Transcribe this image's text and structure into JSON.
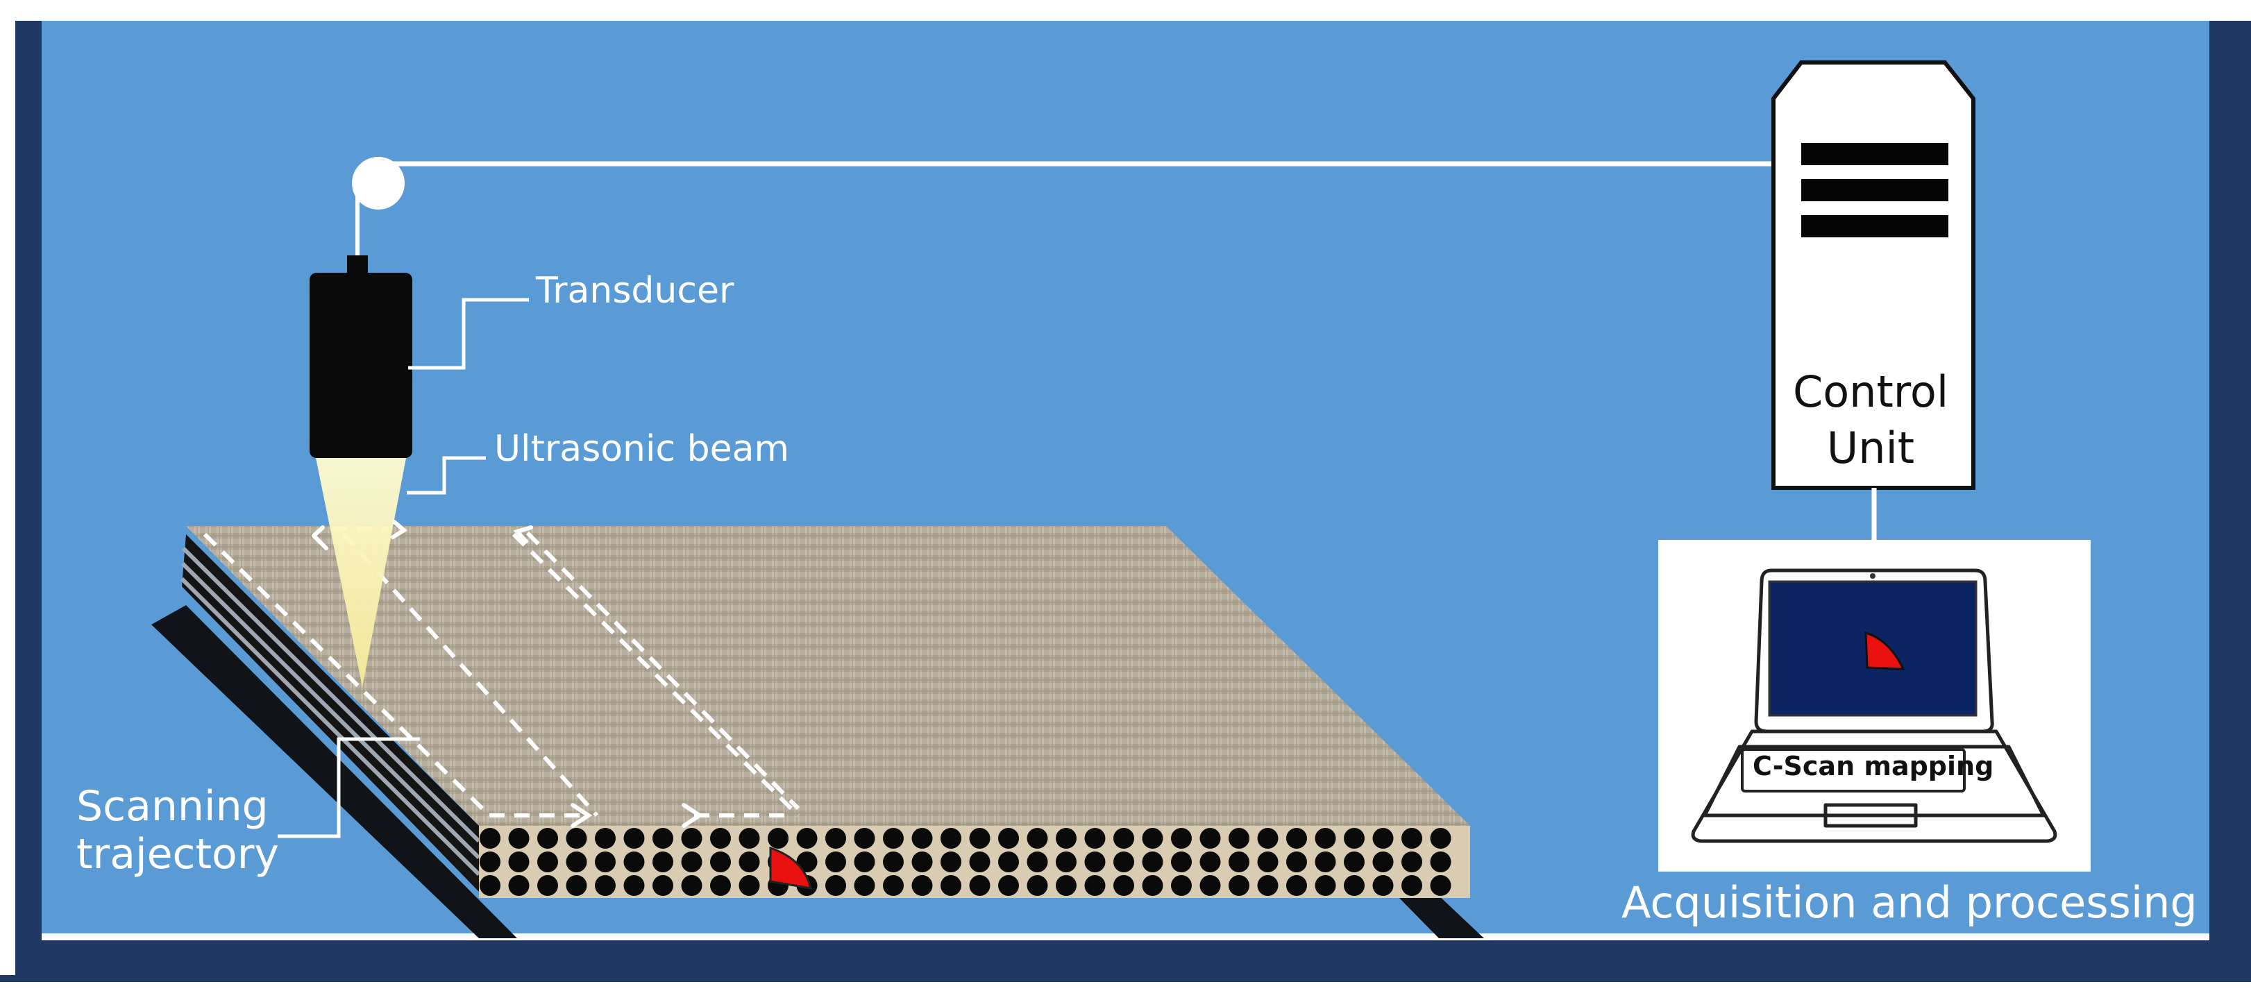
{
  "labels": {
    "transducer": "Transducer",
    "ultrasonic_beam": "Ultrasonic beam",
    "scanning_trajectory_line1": "Scanning",
    "scanning_trajectory_line2": "trajectory",
    "control_unit_line1": "Control",
    "control_unit_line2": "Unit",
    "cscan_mapping": "C-Scan mapping",
    "acquisition_processing": "Acquisition and processing"
  },
  "colors": {
    "water": "#5b9bd5",
    "tank_wall": "#1f3864",
    "composite": "#b7ad9c",
    "fiber": "#0a0a0a",
    "defect": "#e8110f",
    "laptop_screen": "#0c2461",
    "beam": "#fffbd0"
  },
  "icons": {
    "computer": "tower-computer-icon",
    "laptop": "laptop-icon"
  }
}
